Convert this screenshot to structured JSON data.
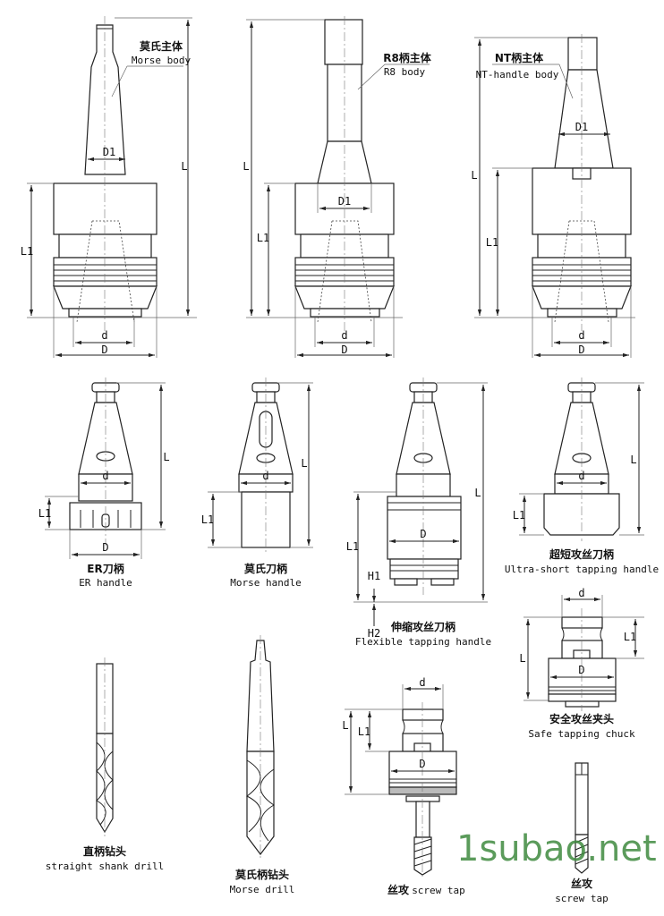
{
  "dims": {
    "L": "L",
    "L1": "L1",
    "D": "D",
    "D1": "D1",
    "d": "d",
    "H1": "H1",
    "H2": "H2"
  },
  "parts": {
    "morse_body": {
      "cn": "莫氏主体",
      "en": "Morse body"
    },
    "r8_body": {
      "cn": "R8柄主体",
      "en": "R8 body"
    },
    "nt_body": {
      "cn": "NT柄主体",
      "en": "NT-handle body"
    },
    "er_handle": {
      "cn": "ER刀柄",
      "en": "ER handle"
    },
    "morse_handle": {
      "cn": "莫氏刀柄",
      "en": "Morse handle"
    },
    "flexible_tapping": {
      "cn": "伸缩攻丝刀柄",
      "en": "Flexible tapping handle"
    },
    "ultra_short": {
      "cn": "超短攻丝刀柄",
      "en": "Ultra-short tapping handle"
    },
    "safe_tapping": {
      "cn": "安全攻丝夹头",
      "en": "Safe tapping chuck"
    },
    "straight_drill": {
      "cn": "直柄钻头",
      "en": "straight shank drill"
    },
    "morse_drill": {
      "cn": "莫氏柄钻头",
      "en": "Morse drill"
    },
    "screw_tap_1": {
      "cn": "丝攻",
      "en": "screw tap"
    },
    "screw_tap_2": {
      "cn": "丝攻",
      "en": "screw tap"
    }
  },
  "watermark": "1subao.net",
  "colors": {
    "line": "#222222",
    "watermark": "#3f8a3f"
  }
}
